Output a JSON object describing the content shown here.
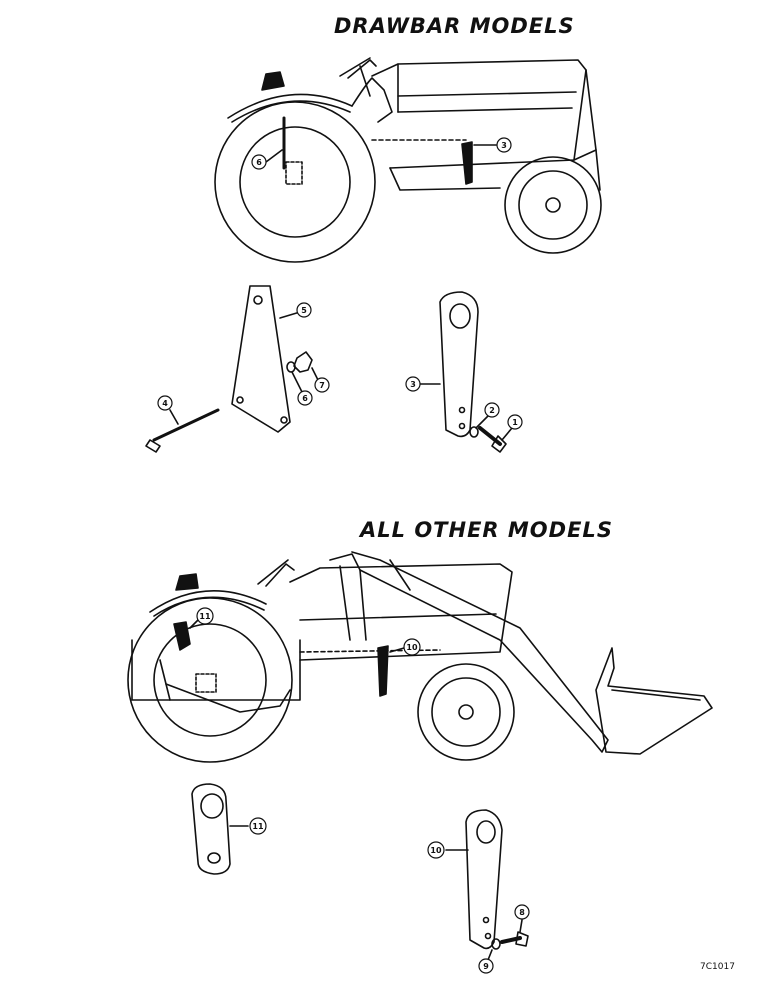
{
  "titles": {
    "drawbar": "DRAWBAR MODELS",
    "other": "ALL OTHER MODELS"
  },
  "callouts": {
    "c1": "1",
    "c2": "2",
    "c3": "3",
    "c4": "4",
    "c5": "5",
    "c6": "6",
    "c7": "7",
    "c8": "8",
    "c9": "9",
    "c10": "10",
    "c11": "11"
  },
  "figure_code": "7C1017"
}
